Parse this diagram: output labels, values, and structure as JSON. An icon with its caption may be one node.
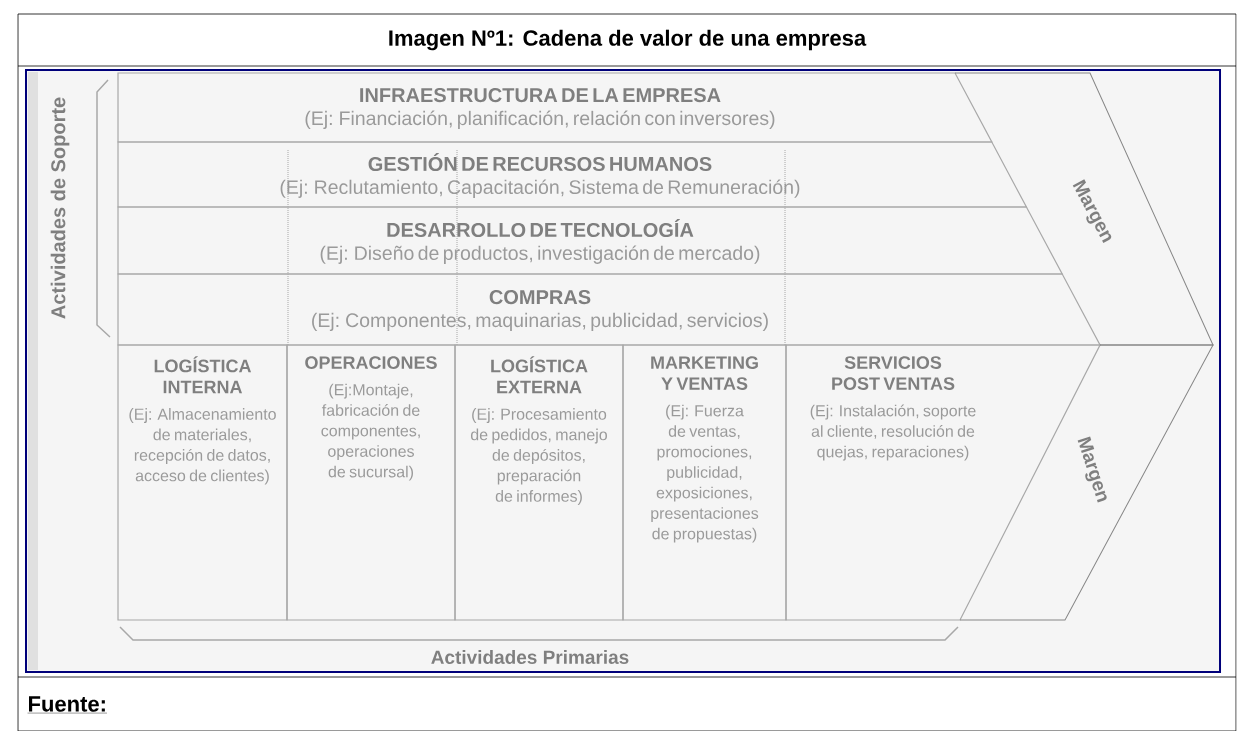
{
  "diagram": {
    "title": "Imagen Nº1: Cadena de valor de una empresa",
    "nodes": [
      {
        "text": [
          "INFRAESTRUCTURA DE LA EMPRESA",
          "(Ej: Financiación, planificación, relación con inversores)"
        ]
      },
      {
        "text": [
          "GESTIÓN DE RECURSOS HUMANOS",
          "(Ej: Reclutamiento, Capacitación, Sistema de Remuneración)"
        ]
      },
      {
        "text": [
          "DESARROLLO DE TECNOLOGÍA",
          "(Ej: Diseño de productos, investigación de mercado)"
        ]
      },
      {
        "text": [
          "COMPRAS",
          "(Ej: Componentes, maquinarias, publicidad, servicios)"
        ]
      },
      {
        "text": [
          "LOGÍSTICA INTERNA",
          "(Ej: Almacenamiento de materiales, recepción de datos, acceso de clientes)"
        ]
      },
      {
        "text": [
          "OPERACIONES",
          "(Ej:Montaje, fabricación de componentes, operaciones de sucursal)"
        ]
      },
      {
        "text": [
          "LOGÍSTICA EXTERNA",
          "(Ej: Procesamiento de pedidos, manejo de depósitos, preparación de informes)"
        ]
      },
      {
        "text": [
          "MARKETING Y VENTAS",
          "(Ej: Fuerza de ventas, promociones, publicidad, exposiciones, presentaciones de propuestas)"
        ]
      },
      {
        "text": [
          "SERVICIOS POST VENTAS",
          "(Ej: Instalación, soporte al cliente, resolución de quejas, reparaciones)"
        ]
      },
      {
        "text": [
          "Margen"
        ]
      },
      {
        "text": [
          "Margen"
        ]
      }
    ],
    "labels": [
      "Actividades de Soporte",
      "Actividades Primarias",
      "Fuente:"
    ]
  }
}
